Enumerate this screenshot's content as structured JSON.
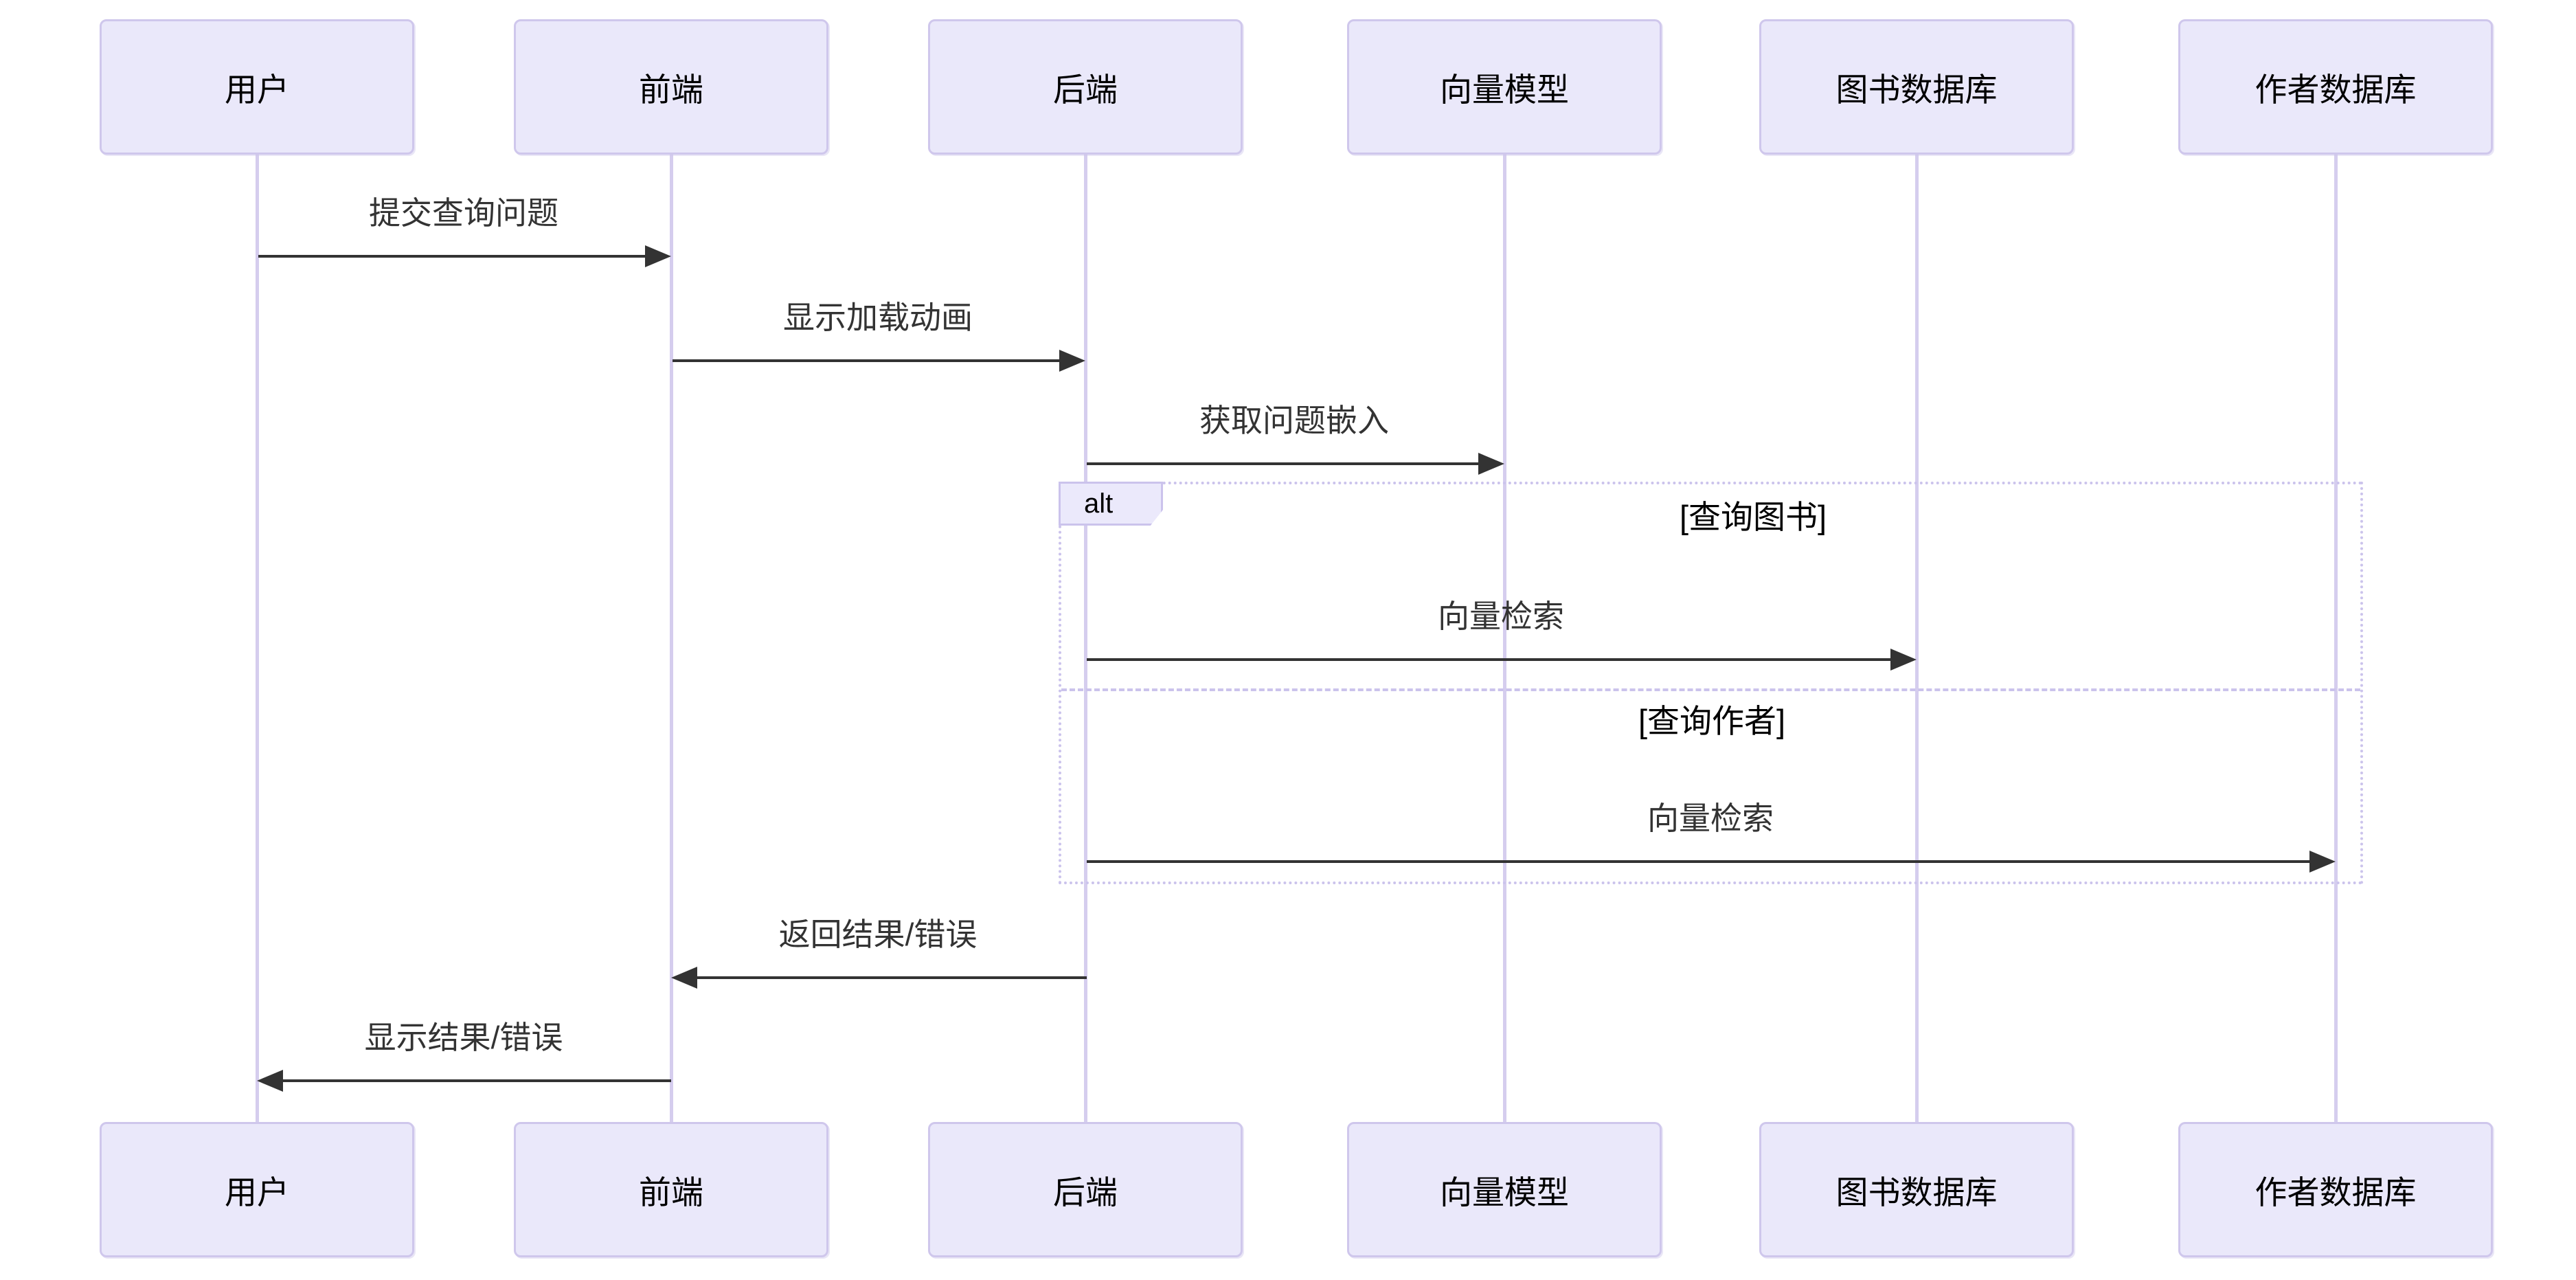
{
  "diagram": {
    "type": "sequence-diagram",
    "colors": {
      "background": "#FFFFFF",
      "actor_fill": "#EAE8FA",
      "actor_border": "#CFC7EC",
      "lifeline": "#D5CDEE",
      "arrow": "#333333",
      "message_text": "#333333",
      "frame_border": "#CBC3EC",
      "label_text": "#000000"
    },
    "actors": [
      {
        "label": "用户"
      },
      {
        "label": "前端"
      },
      {
        "label": "后端"
      },
      {
        "label": "向量模型"
      },
      {
        "label": "图书数据库"
      },
      {
        "label": "作者数据库"
      }
    ],
    "messages": [
      {
        "label": "提交查询问题",
        "from": "用户",
        "to": "前端",
        "arrow": "solid",
        "direction": "right"
      },
      {
        "label": "显示加载动画",
        "from": "前端",
        "to": "后端",
        "arrow": "solid",
        "direction": "right"
      },
      {
        "label": "获取问题嵌入",
        "from": "后端",
        "to": "向量模型",
        "arrow": "solid",
        "direction": "right"
      },
      {
        "label": "向量检索",
        "from": "后端",
        "to": "图书数据库",
        "arrow": "solid",
        "direction": "right"
      },
      {
        "label": "向量检索",
        "from": "后端",
        "to": "作者数据库",
        "arrow": "solid",
        "direction": "right"
      },
      {
        "label": "返回结果/错误",
        "from": "后端",
        "to": "前端",
        "arrow": "solid",
        "direction": "left"
      },
      {
        "label": "显示结果/错误",
        "from": "前端",
        "to": "用户",
        "arrow": "solid",
        "direction": "left"
      }
    ],
    "alt_block": {
      "keyword": "alt",
      "conditions": [
        {
          "label": "[查询图书]"
        },
        {
          "label": "[查询作者]"
        }
      ]
    }
  }
}
